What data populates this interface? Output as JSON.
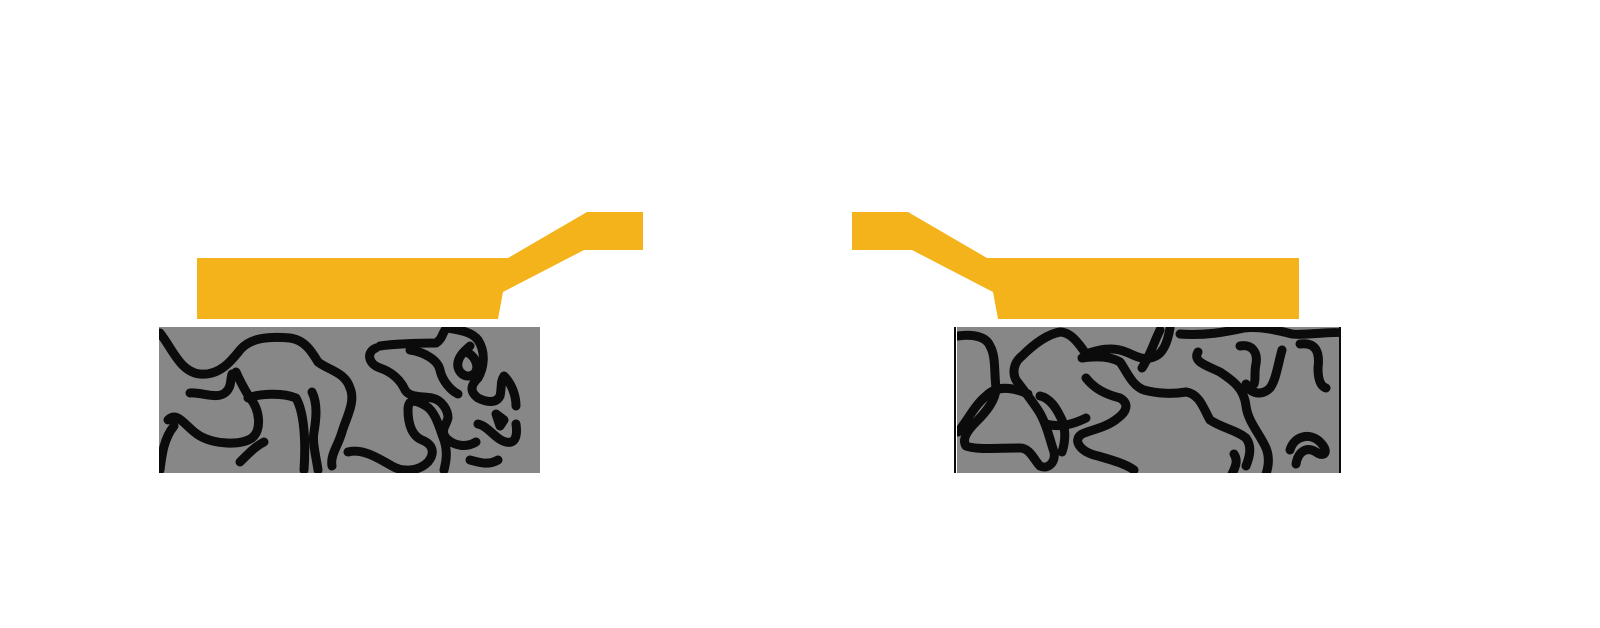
{
  "diagram": {
    "background": "#ffffff",
    "colors": {
      "electrode": "#F5B31B",
      "substrate": "#878787",
      "network": "#0b0b0b"
    },
    "panels": [
      {
        "id": "left",
        "contact_side": "right",
        "substrate": "porous-network"
      },
      {
        "id": "right",
        "contact_side": "left",
        "substrate": "porous-network"
      }
    ]
  }
}
